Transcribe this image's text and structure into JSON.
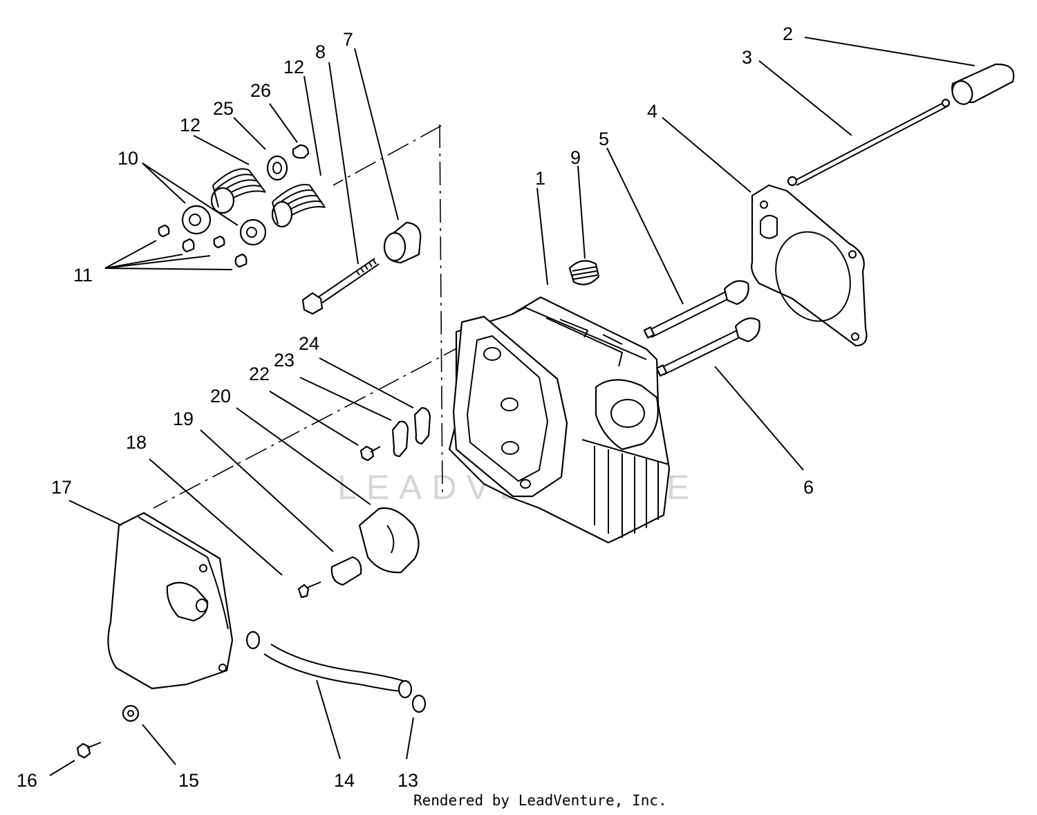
{
  "diagram": {
    "callouts": [
      "1",
      "2",
      "3",
      "4",
      "5",
      "6",
      "7",
      "8",
      "9",
      "10",
      "11",
      "12",
      "12",
      "12",
      "13",
      "14",
      "15",
      "16",
      "17",
      "18",
      "19",
      "20",
      "22",
      "23",
      "24",
      "25",
      "26"
    ],
    "watermark": "LEADVENTURE",
    "footer": "Rendered by LeadVenture, Inc."
  }
}
